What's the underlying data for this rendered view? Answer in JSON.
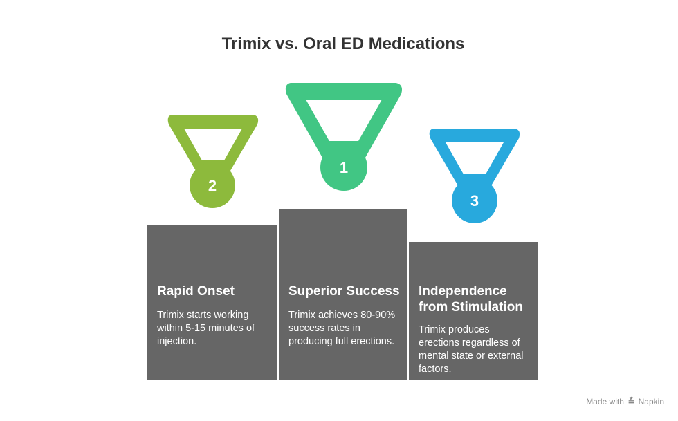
{
  "title": "Trimix vs. Oral ED Medications",
  "medals": [
    {
      "rank": "2",
      "color": "#8dba3c"
    },
    {
      "rank": "1",
      "color": "#41c684"
    },
    {
      "rank": "3",
      "color": "#28a9dd"
    }
  ],
  "podium": [
    {
      "heading": [
        "Rapid Onset"
      ],
      "description": [
        "Trimix starts working",
        "within 5-15 minutes of",
        "injection."
      ]
    },
    {
      "heading": [
        "Superior Success"
      ],
      "description": [
        "Trimix achieves 80-90%",
        "success rates in",
        "producing full erections."
      ]
    },
    {
      "heading": [
        "Independence",
        "from Stimulation"
      ],
      "description": [
        "Trimix produces",
        "erections regardless of",
        "mental state or external",
        "factors."
      ]
    }
  ],
  "podium_color": "#666666",
  "footer": {
    "made_with": "Made with",
    "logo_icon": "napkin-logo-icon",
    "brand": "Napkin"
  }
}
